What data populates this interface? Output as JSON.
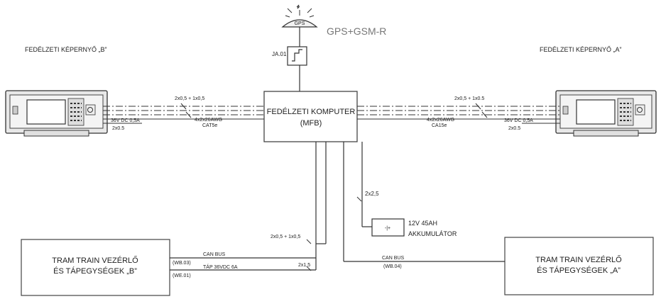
{
  "antenna": {
    "label": "GPS",
    "system_label": "GPS+GSM-R",
    "connector_label": "JA.01"
  },
  "computer": {
    "line1": "FEDÉLZETI KOMPUTER",
    "line2": "(MFB)"
  },
  "display_b": {
    "title": "FEDÉLZETI KÉPERNYŐ „B”",
    "cable_top": "2x0,5 + 1x0,5",
    "cable_cat_line1": "4x2x26AWG",
    "cable_cat_line2": "CAT5e",
    "power_label": "36V DC 0,5A",
    "power_cable": "2x0.5"
  },
  "display_a": {
    "title": "FEDÉLZETI KÉPERNYŐ „A”",
    "cable_top": "2x0,5 + 1x0.5",
    "cable_cat_line1": "4x2x26AWG",
    "cable_cat_line2": "CA15e",
    "power_label": "36V DC 0,5A",
    "power_cable": "2x0.5"
  },
  "battery": {
    "symbol": "-|+",
    "cable": "2x2,5",
    "line1": "12V 45AH",
    "line2": "AKKUMULÁTOR"
  },
  "controller_b": {
    "line1": "TRAM TRAIN VEZÉRLŐ",
    "line2": "ÉS TÁPEGYSÉGEK „B”",
    "bus_cable": "2x0,5 + 1x0,5",
    "can_label": "CAN BUS",
    "can_connector": "(WB.03)",
    "power_cable": "2x1,5",
    "power_label": "TÁP 36VDC 6A",
    "power_connector": "(WE.01)"
  },
  "controller_a": {
    "line1": "TRAM TRAIN VEZÉRLŐ",
    "line2": "ÉS TÁPEGYSÉGEK „A”",
    "can_label": "CAN BUS",
    "can_connector": "(WB.04)"
  },
  "colors": {
    "line": "#333333",
    "box_border": "#444444",
    "device_fill": "#e8e8e8",
    "screen_fill": "#f4f4f4",
    "system_label": "#777777"
  }
}
